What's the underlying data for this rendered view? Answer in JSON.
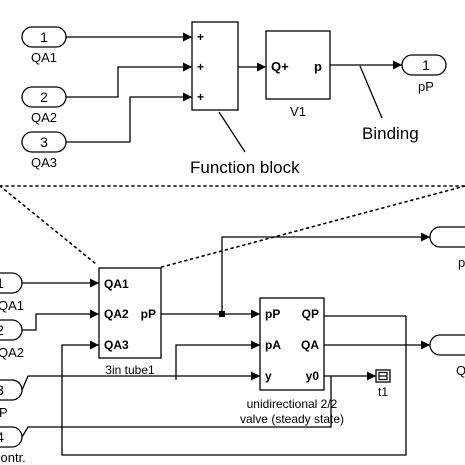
{
  "top": {
    "inports": [
      {
        "num": "1",
        "label": "QA1"
      },
      {
        "num": "2",
        "label": "QA2"
      },
      {
        "num": "3",
        "label": "QA3"
      }
    ],
    "sum_signs": [
      "+",
      "+",
      "+"
    ],
    "block": {
      "in_label": "Q+",
      "out_label": "p",
      "name": "V1"
    },
    "outport": {
      "num": "1",
      "label": "pP"
    },
    "annotations": {
      "function_block": "Function block",
      "binding": "Binding"
    }
  },
  "bottom": {
    "left_ports": [
      {
        "num": "1",
        "label": "QA1"
      },
      {
        "num": "2",
        "label": "QA2"
      },
      {
        "num": "3",
        "label": "P"
      },
      {
        "num": "4",
        "label": "contr."
      }
    ],
    "tube": {
      "inputs": [
        "QA1",
        "QA2",
        "QA3"
      ],
      "output": "pP",
      "name": "3in tube1"
    },
    "valve": {
      "inputs": [
        "pP",
        "pA",
        "y"
      ],
      "outputs": [
        "QP",
        "QA",
        "y0"
      ],
      "name_line1": "unidirectional 2/2",
      "name_line2": "valve (steady state)"
    },
    "terminator": {
      "label": "t1"
    },
    "right_ports": [
      {
        "label": "p"
      },
      {
        "label": "Q"
      }
    ]
  }
}
